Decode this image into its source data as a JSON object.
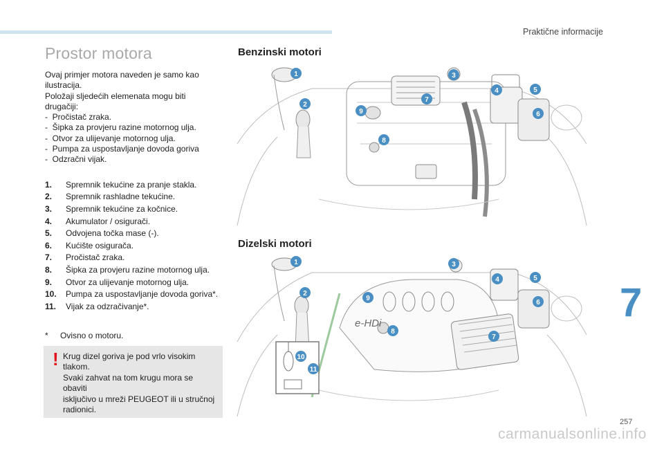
{
  "header": {
    "section": "Praktične informacije"
  },
  "main": {
    "title": "Prostor motora",
    "intro": [
      "Ovaj primjer motora naveden je samo kao",
      "ilustracija.",
      "Položaji sljedećih elemenata mogu biti",
      "drugačiji:",
      "-  Pročistač zraka.",
      "-  Šipka za provjeru razine motornog ulja.",
      "-  Otvor za ulijevanje motornog ulja.",
      "-  Pumpa za uspostavljanje dovoda goriva",
      "-  Odzračni vijak."
    ],
    "items": [
      {
        "num": "1.",
        "text": "Spremnik tekućine za pranje stakla."
      },
      {
        "num": "2.",
        "text": "Spremnik rashladne tekućine."
      },
      {
        "num": "3.",
        "text": "Spremnik tekućine za kočnice."
      },
      {
        "num": "4.",
        "text": "Akumulator / osigurači."
      },
      {
        "num": "5.",
        "text": "Odvojena točka mase (-)."
      },
      {
        "num": "6.",
        "text": "Kućište osigurača."
      },
      {
        "num": "7.",
        "text": "Pročistač zraka."
      },
      {
        "num": "8.",
        "text": "Šipka za provjeru razine motornog ulja."
      },
      {
        "num": "9.",
        "text": "Otvor za ulijevanje motornog ulja."
      },
      {
        "num": "10.",
        "text": "Pumpa za uspostavljanje dovoda goriva*."
      },
      {
        "num": "11.",
        "text": "Vijak za odzračivanje*."
      }
    ],
    "footnote": {
      "mark": "*",
      "text": "Ovisno o motoru."
    },
    "warning": {
      "mark": "!",
      "lines": [
        "Krug dizel goriva je pod vrlo visokim",
        "tlakom.",
        "Svaki zahvat na tom krugu mora se obaviti",
        "isključivo u mreži PEUGEOT ili u stručnoj",
        "radionici."
      ]
    }
  },
  "figures": {
    "petrol": {
      "heading": "Benzinski motori",
      "callouts": [
        "1",
        "2",
        "3",
        "4",
        "5",
        "6",
        "7",
        "8",
        "9"
      ]
    },
    "diesel": {
      "heading": "Dizelski motori",
      "engine_badge": "e-HDi",
      "callouts": [
        "1",
        "2",
        "3",
        "4",
        "5",
        "6",
        "7",
        "8",
        "9",
        "10",
        "11"
      ]
    }
  },
  "chapter": "7",
  "page_number": "257",
  "watermark": "carmanualsonline.info",
  "colors": {
    "accent": "#4a9fd0",
    "warning": "#e1141e",
    "callout": "#4a8fc4",
    "topbar": "#cfe3f1"
  }
}
